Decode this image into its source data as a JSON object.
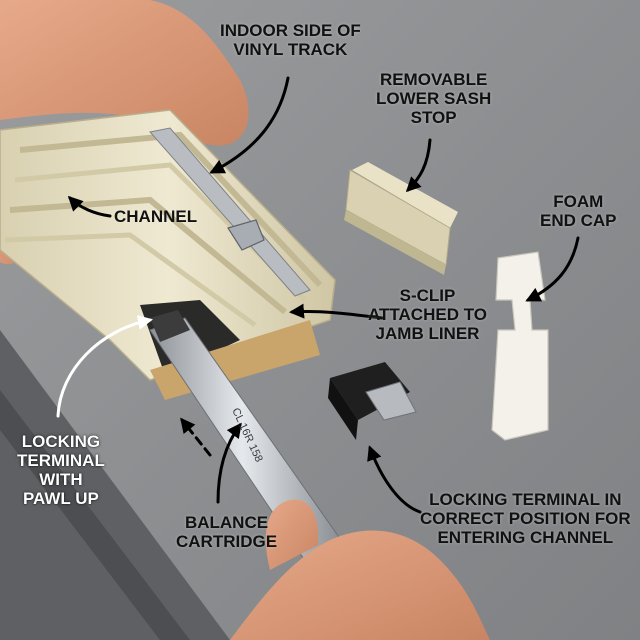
{
  "callouts": {
    "indoor_side": [
      "INDOOR SIDE OF",
      "VINYL TRACK"
    ],
    "sash_stop": [
      "REMOVABLE",
      "LOWER SASH",
      "STOP"
    ],
    "channel": [
      "CHANNEL"
    ],
    "foam_end_cap": [
      "FOAM",
      "END CAP"
    ],
    "s_clip": [
      "S-CLIP",
      "ATTACHED TO",
      "JAMB LINER"
    ],
    "locking_terminal_pawl": [
      "LOCKING",
      "TERMINAL",
      "WITH",
      "PAWL UP"
    ],
    "balance_cartridge": [
      "BALANCE",
      "CARTRIDGE"
    ],
    "locking_terminal_position": [
      "LOCKING TERMINAL IN",
      "CORRECT POSITION FOR",
      "ENTERING CHANNEL"
    ]
  },
  "rod_stamp": "CL 16R 158",
  "colors": {
    "background": "#8c8e90",
    "vinyl": "#e7e0c4",
    "label_dark": "#111111",
    "label_light": "#ffffff"
  }
}
